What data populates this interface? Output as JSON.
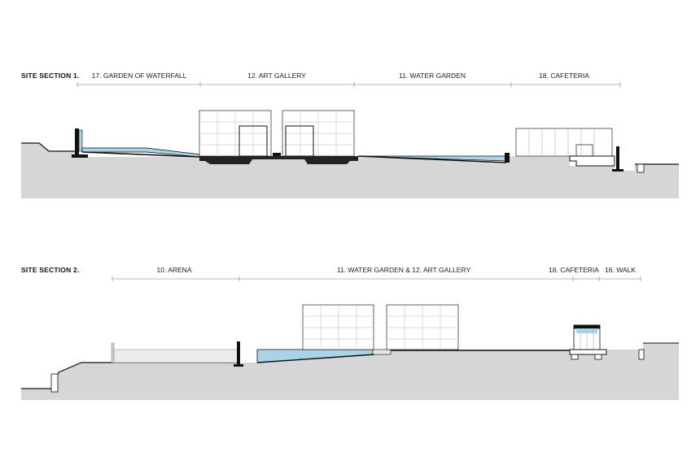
{
  "section1": {
    "title": "SITE SECTION 1.",
    "zones": [
      "17. GARDEN OF WATERFALL",
      "12. ART GALLERY",
      "11. WATER GARDEN",
      "18. CAFETERIA"
    ]
  },
  "section2": {
    "title": "SITE SECTION 2.",
    "zones": [
      "10. ARENA",
      "11. WATER GARDEN & 12. ART GALLERY",
      "18. CAFETERIA",
      "16. WALK"
    ]
  },
  "colors": {
    "ground": "#d6d6d6",
    "water": "#a9d3e6",
    "outline": "#111111"
  }
}
